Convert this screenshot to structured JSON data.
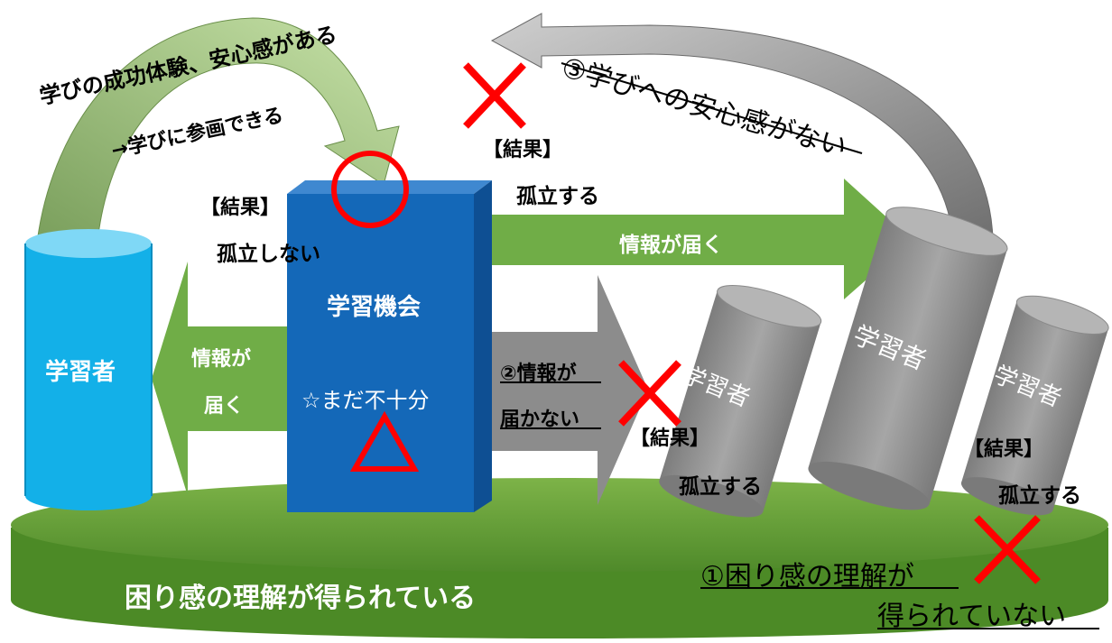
{
  "colors": {
    "green": "#6aa63b",
    "green_light": "#a8cd7c",
    "blue": "#1468b8",
    "cyan": "#1bb4ea",
    "gray": "#8a8a8a",
    "red": "#ff0000"
  },
  "top_left_text_1": "学びの成功体験、安心感がある",
  "top_left_text_2": "→学びに参画できる",
  "top_right_text": "③学びへの安心感がない",
  "result_label": "【結果】",
  "isolated_no": "孤立しない",
  "isolated_yes": "孤立する",
  "info_arrives": "情報が届く",
  "info_arrives_left_1": "情報が",
  "info_arrives_left_2": "届く",
  "info_not_arrives_1": "②情報が",
  "info_not_arrives_2": "届かない",
  "learner": "学習者",
  "learning_opportunity": "学習機会",
  "not_enough": "☆まだ不十分",
  "base_text": "困り感の理解が得られている",
  "bottom_right_1": "①困り感の理解が",
  "bottom_right_2": "得られていない"
}
